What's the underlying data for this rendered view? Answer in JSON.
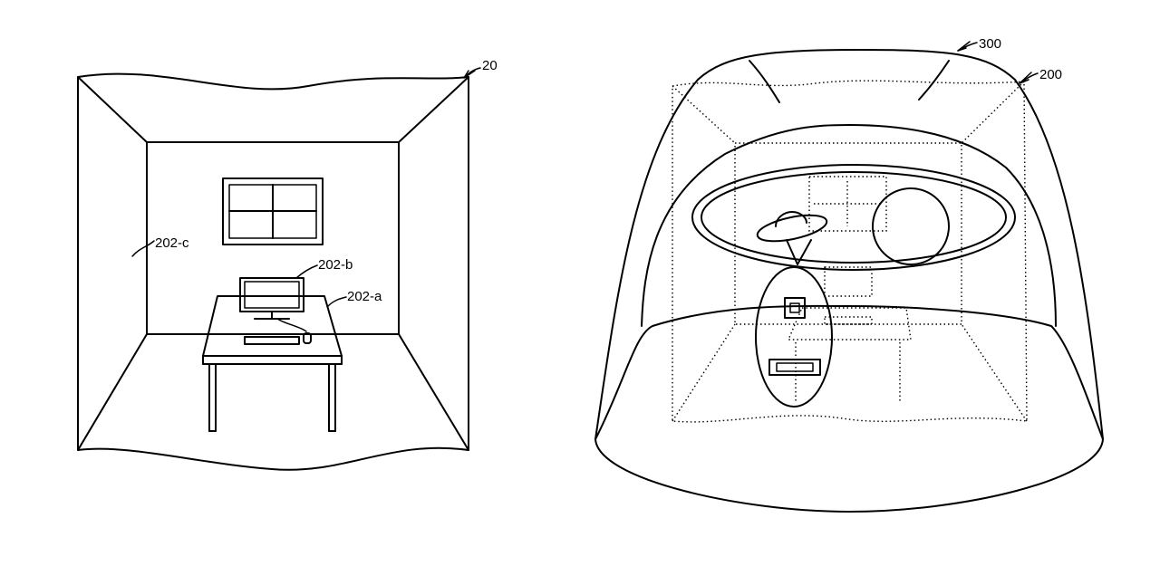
{
  "figure_left": {
    "room_label": "20",
    "wall_label": "202-c",
    "monitor_label": "202-b",
    "desk_label": "202-a"
  },
  "figure_right": {
    "headset_label": "300",
    "virtual_room_label": "200"
  }
}
